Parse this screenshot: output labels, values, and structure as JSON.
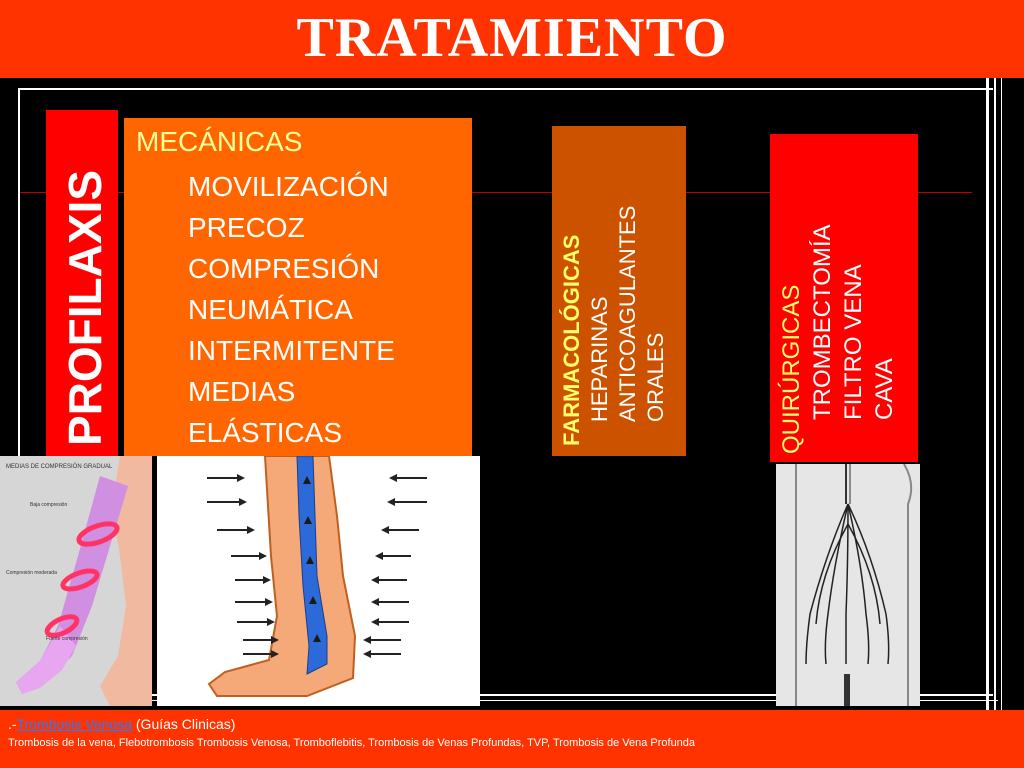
{
  "title": "TRATAMIENTO",
  "profilaxis_label": "PROFILAXIS",
  "mecanicas": {
    "heading": "MECÁNICAS",
    "items": [
      "MOVILIZACIÓN",
      "PRECOZ",
      "COMPRESIÓN",
      "NEUMÁTICA",
      "INTERMITENTE",
      "MEDIAS",
      "ELÁSTICAS"
    ]
  },
  "farmacologicas": {
    "heading": "FARMACOLÓGICAS",
    "items": [
      "HEPARINAS",
      "ANTICOAGULANTES",
      "ORALES"
    ]
  },
  "quirurgicas": {
    "heading": "QUIRÚRGICAS",
    "items": [
      "TROMBECTOMÍA",
      "FILTRO VENA",
      "CAVA"
    ]
  },
  "stocking_image": {
    "caption": "MEDIAS DE COMPRESIÓN GRADUAL",
    "labels": [
      "Baja compresión",
      "Compresión moderada",
      "Fuerte compresión"
    ]
  },
  "footer": {
    "prefix": ".-",
    "link_text": "Trombosis Venosa",
    "suffix": " (Guías Clinicas)",
    "line2": "Trombosis de la vena, Flebotrombosis Trombosis Venosa, Tromboflebitis, Trombosis de Venas Profundas, TVP, Trombosis de Vena Profunda"
  },
  "colors": {
    "header": "#ff3300",
    "profilaxis": "#ff0000",
    "mecanicas": "#ff6600",
    "farmacologicas": "#cc5200",
    "quirurgicas": "#ff0000",
    "heading_yellow": "#ffff99"
  }
}
